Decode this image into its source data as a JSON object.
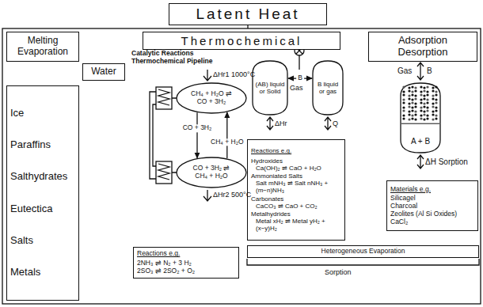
{
  "diagram": {
    "nodes": [
      {
        "text": [
          "Latent Heat"
        ]
      },
      {
        "text": [
          "Melting Evaporation"
        ]
      },
      {
        "text": [
          "Water"
        ]
      },
      {
        "text": [
          "Ice",
          "Paraffins",
          "Salthydrates",
          "Eutectica",
          "Salts",
          "Metals"
        ]
      },
      {
        "text": [
          "Thermochemical"
        ]
      },
      {
        "text": [
          "CH₄ + H₂O ⇌ CO + 3H₂"
        ]
      },
      {
        "text": [
          "CO + 3H₂ ⇌ CH₄ + H₂O"
        ]
      },
      {
        "text": [
          "Reactions e.g.",
          "2NH₃ ⇌ N₂ + 3 H₂",
          "2SO₃ ⇌ 2SO₂ + O₂"
        ]
      },
      {
        "text": [
          "(AB) liquid or Solid"
        ]
      },
      {
        "text": [
          "B liquid or gas"
        ]
      },
      {
        "text": [
          "Reactions e.g.",
          "Hydroxides",
          "Ca(OH)₂ ⇌ CaO + H₂O",
          "Ammoniated Salts",
          "Salt mNH₃ ⇌ Salt nNH₃ + (m−n)NH₃",
          "Carbonates",
          "CaCO₃ ⇌ CaO + CO₂",
          "Metalhydrides",
          "Metal xH₂ ⇌ Metal yH₂ + (x−y)H₂"
        ]
      },
      {
        "text": [
          "Adsorption Desorption"
        ]
      },
      {
        "text": [
          "A + B"
        ]
      },
      {
        "text": [
          "Materials e.g.",
          "Silicagel",
          "Charcoal",
          "Zeolites (Al Si Oxides)",
          "CaCl₂"
        ]
      },
      {
        "text": [
          "Heterogeneous Evaporation"
        ]
      }
    ],
    "edges": [
      {
        "from": 5,
        "to": 6,
        "label": "CO + 3H₂",
        "arrow": "to"
      },
      {
        "from": 6,
        "to": 5,
        "label": "CH₄ + H₂O",
        "arrow": "to"
      },
      {
        "from": 8,
        "to": 9,
        "label": "B",
        "arrow": "both"
      }
    ],
    "labels": [
      "Catalytic Reactions Thermochemical Pipeline",
      "ΔHr1 1000°C",
      "ΔHr2 500°C",
      "Gas",
      "ΔHr",
      "Q",
      "Gas",
      "B",
      "ΔH Sorption",
      "Sorption"
    ]
  }
}
